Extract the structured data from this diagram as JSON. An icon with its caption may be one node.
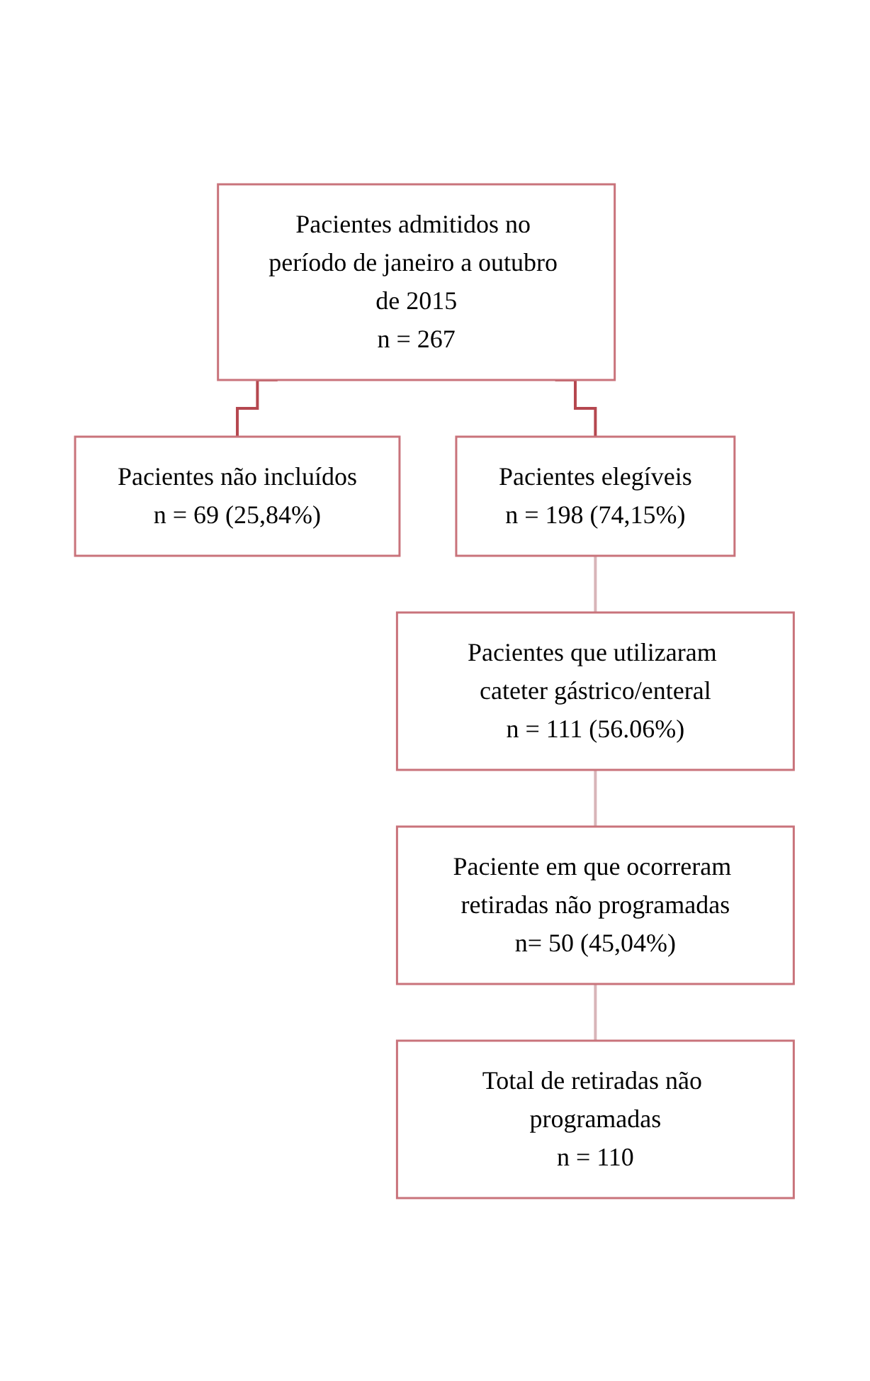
{
  "diagram": {
    "nodes": [
      {
        "text": [
          "Pacientes admitidos no período de janeiro a outubro de 2015",
          "n = 267"
        ]
      },
      {
        "text": [
          "Pacientes não incluídos",
          "n = 69 (25,84%)"
        ]
      },
      {
        "text": [
          "Pacientes elegíveis",
          "n = 198 (74,15%)"
        ]
      },
      {
        "text": [
          "Pacientes que utilizaram cateter gástrico/enteral",
          "n = 111 (56.06%)"
        ]
      },
      {
        "text": [
          "Paciente em que ocorreram retiradas não programadas",
          "n= 50 (45,04%)"
        ]
      },
      {
        "text": [
          "Total de retiradas não programadas",
          "n = 110"
        ]
      }
    ],
    "edges": [
      {
        "from": 0,
        "to": 1,
        "arrow": "none",
        "color": "#b5474f"
      },
      {
        "from": 0,
        "to": 2,
        "arrow": "none",
        "color": "#b5474f"
      },
      {
        "from": 2,
        "to": 3,
        "arrow": "none"
      },
      {
        "from": 3,
        "to": 4,
        "arrow": "none"
      },
      {
        "from": 4,
        "to": 5,
        "arrow": "none"
      }
    ]
  }
}
